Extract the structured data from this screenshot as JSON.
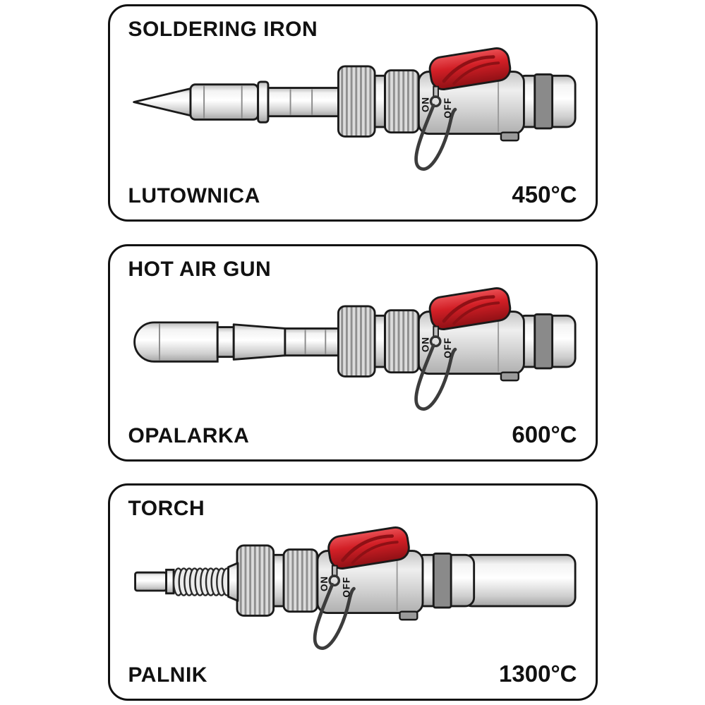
{
  "colors": {
    "accent_red": "#d21f26",
    "outline_black": "#1a1a1a",
    "metal_gray": "#cfcfcf",
    "band_gray": "#8a8a8a",
    "background": "#ffffff"
  },
  "panels": [
    {
      "title": "SOLDERING IRON",
      "name_pl": "LUTOWNICA",
      "temperature": "450°C",
      "variant": "soldering-iron",
      "switch_on": "ON",
      "switch_off": "OFF"
    },
    {
      "title": "HOT AIR GUN",
      "name_pl": "OPALARKA",
      "temperature": "600°C",
      "variant": "hot-air-gun",
      "switch_on": "ON",
      "switch_off": "OFF"
    },
    {
      "title": "TORCH",
      "name_pl": "PALNIK",
      "temperature": "1300°C",
      "variant": "torch",
      "switch_on": "ON",
      "switch_off": "OFF"
    }
  ]
}
